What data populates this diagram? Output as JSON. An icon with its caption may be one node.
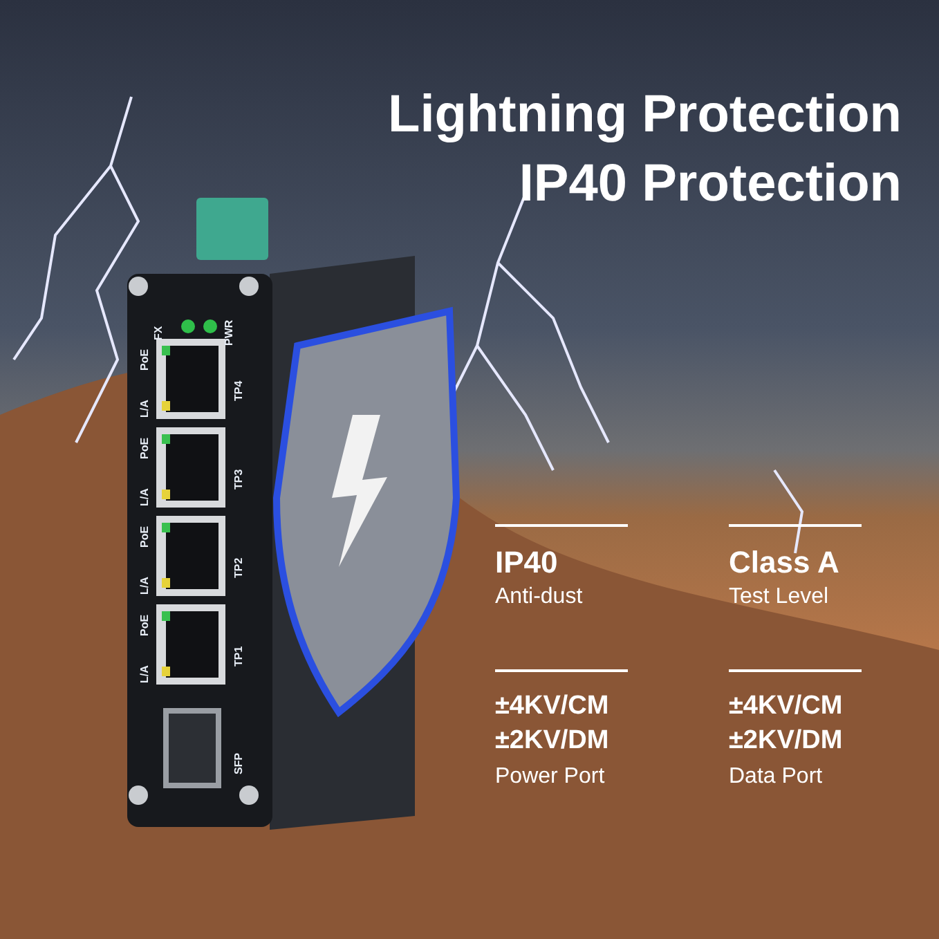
{
  "diagram": {
    "title": "Lightning Protection IP40 Protection",
    "labels": [
      "FX",
      "PWR",
      "PoE",
      "L/A",
      "TP4",
      "PoE",
      "L/A",
      "TP3",
      "PoE",
      "L/A",
      "TP2",
      "PoE",
      "L/A",
      "TP1",
      "SFP",
      "IP40",
      "Anti-dust",
      "Class A",
      "Test Level",
      "±4KV/CM",
      "±2KV/DM",
      "Power Port",
      "±4KV/CM",
      "±2KV/DM",
      "Data Port"
    ]
  }
}
